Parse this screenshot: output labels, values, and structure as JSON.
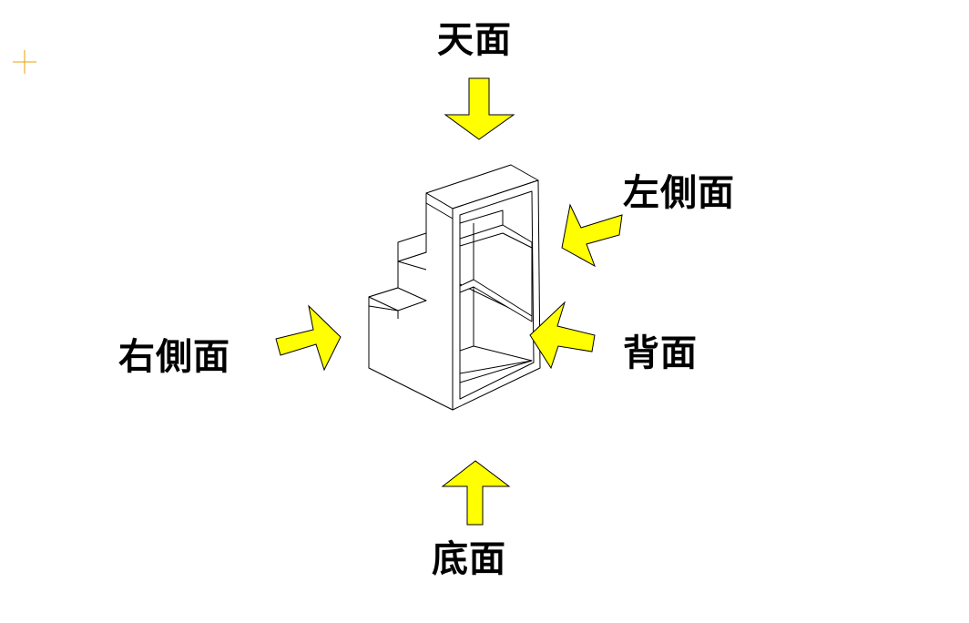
{
  "labels": {
    "top": "天面",
    "left_side": "左側面",
    "right_side": "右側面",
    "back": "背面",
    "bottom": "底面"
  },
  "colors": {
    "arrow_fill": "#ffff00",
    "arrow_stroke": "#000000",
    "cursor": "#e8a000",
    "outline": "#000000",
    "background": "#ffffff"
  },
  "icons": {
    "cursor": "crosshair-icon",
    "arrows": "arrow-icon"
  }
}
